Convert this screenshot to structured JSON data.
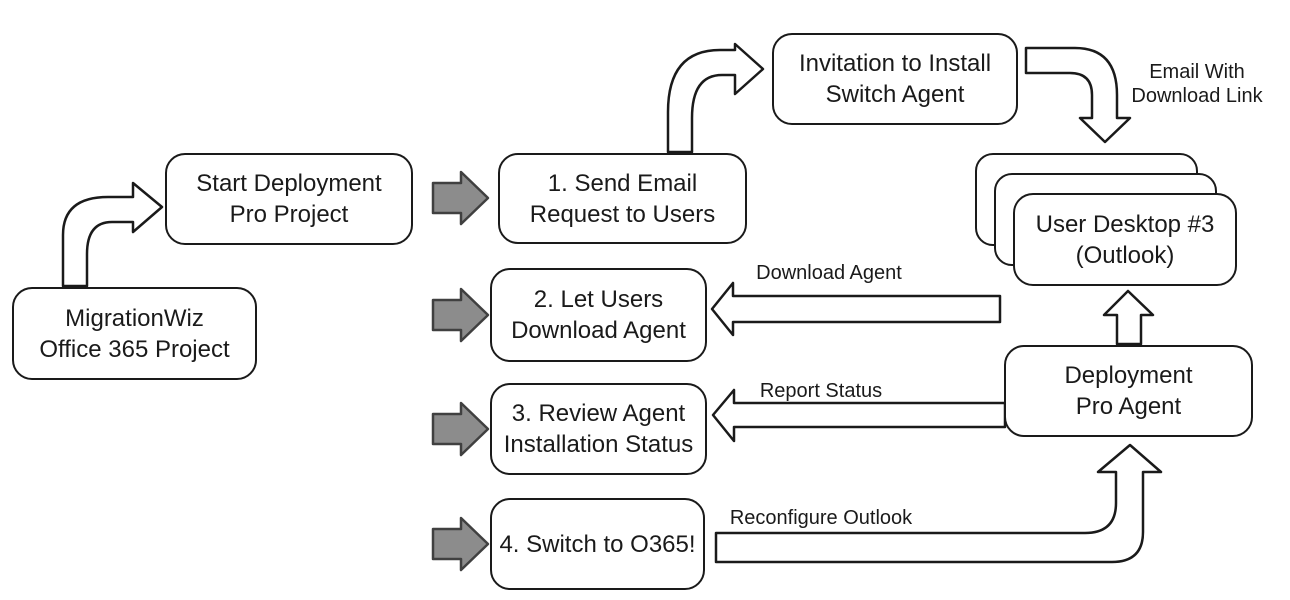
{
  "colors": {
    "background": "#ffffff",
    "node_fill": "#ffffff",
    "node_border": "#1a1a1a",
    "text": "#1a1a1a",
    "step_arrow_fill": "#8c8c8c",
    "step_arrow_border": "#404040",
    "flow_arrow_fill": "#ffffff",
    "flow_arrow_border": "#1a1a1a"
  },
  "nodes": {
    "migrationwiz": {
      "label": "MigrationWiz\nOffice 365 Project"
    },
    "start_deployment": {
      "label": "Start Deployment\nPro Project"
    },
    "send_email": {
      "label": "1. Send Email\nRequest to Users"
    },
    "invitation": {
      "label": "Invitation to Install\nSwitch Agent"
    },
    "user_desktop": {
      "label": "User Desktop #3\n(Outlook)"
    },
    "let_users_download": {
      "label": "2. Let Users\nDownload Agent"
    },
    "review_status": {
      "label": "3. Review Agent\nInstallation Status"
    },
    "switch_o365": {
      "label": "4. Switch to O365!"
    },
    "deployment_pro_agent": {
      "label": "Deployment\nPro Agent"
    }
  },
  "edge_labels": {
    "email_with_link": "Email With\nDownload Link",
    "download_agent": "Download Agent",
    "report_status": "Report Status",
    "reconfigure_outlook": "Reconfigure Outlook"
  }
}
